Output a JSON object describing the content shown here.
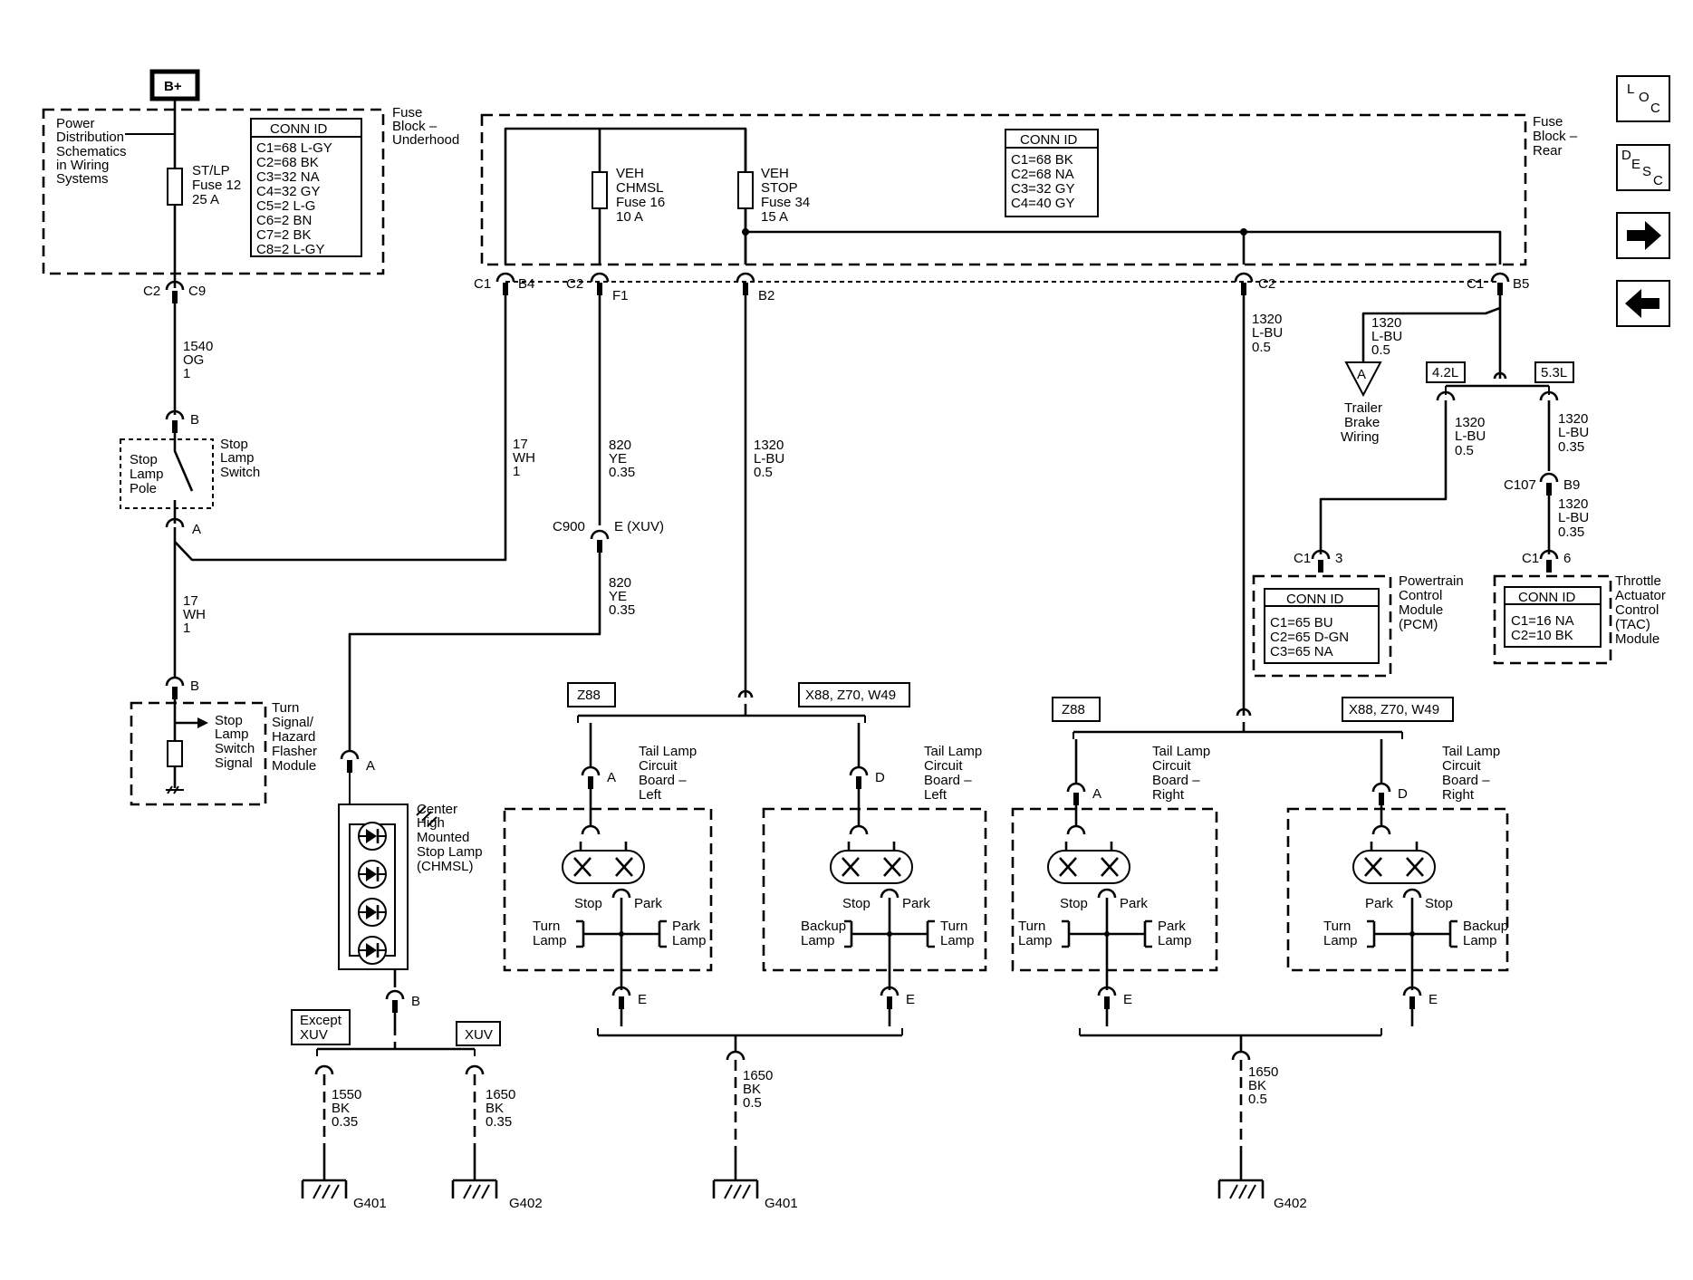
{
  "nav": {
    "loc": {
      "a": "L",
      "b": "O",
      "c": "C"
    },
    "desc": {
      "a": "D",
      "b": "E",
      "c": "S",
      "d": "C"
    }
  },
  "power": {
    "bplus": "B+",
    "pds": [
      "Power",
      "Distribution",
      "Schematics",
      "in Wiring",
      "Systems"
    ],
    "fuse": [
      "ST/LP",
      "Fuse 12",
      "25 A"
    ],
    "conn_title": "CONN ID",
    "conn": [
      "C1=68 L-GY",
      "C2=68 BK",
      "C3=32 NA",
      "C4=32 GY",
      "C5=2 L-G",
      "C6=2 BN",
      "C7=2 BK",
      "C8=2 L-GY"
    ],
    "fb_label": [
      "Fuse",
      "Block –",
      "Underhood"
    ],
    "c2": "C2",
    "c9": "C9",
    "wire": [
      "1540",
      "OG",
      "1"
    ]
  },
  "switch": {
    "b": "B",
    "a": "A",
    "pole": [
      "Stop",
      "Lamp",
      "Pole"
    ],
    "label": [
      "Stop",
      "Lamp",
      "Switch"
    ],
    "wire": [
      "17",
      "WH",
      "1"
    ],
    "wire2": [
      "17",
      "WH",
      "1"
    ]
  },
  "flasher": {
    "b": "B",
    "signal": [
      "Stop",
      "Lamp",
      "Switch",
      "Signal"
    ],
    "module": [
      "Turn",
      "Signal/",
      "Hazard",
      "Flasher",
      "Module"
    ]
  },
  "rear_fuse": {
    "label": [
      "Fuse",
      "Block –",
      "Rear"
    ],
    "conn_title": "CONN ID",
    "conn": [
      "C1=68 BK",
      "C2=68 NA",
      "C3=32 GY",
      "C4=40 GY"
    ],
    "chmsl_fuse": [
      "VEH",
      "CHMSL",
      "Fuse 16",
      "10 A"
    ],
    "stop_fuse": [
      "VEH",
      "STOP",
      "Fuse 34",
      "15 A"
    ],
    "c1": "C1",
    "b4": "B4",
    "c2": "C2",
    "f1": "F1",
    "b2": "B2",
    "c2b": "C2",
    "c1b": "C1",
    "b5": "B5"
  },
  "wires": {
    "w820a": [
      "820",
      "YE",
      "0.35"
    ],
    "w820b": [
      "820",
      "YE",
      "0.35"
    ],
    "w1320a": [
      "1320",
      "L-BU",
      "0.5"
    ],
    "w1320b": [
      "1320",
      "L-BU",
      "0.5"
    ],
    "w1320c": [
      "1320",
      "L-BU",
      "0.5"
    ],
    "w1320d": [
      "1320",
      "L-BU",
      "0.5"
    ],
    "w1320e": [
      "1320",
      "L-BU",
      "0.35"
    ],
    "w1320f": [
      "1320",
      "L-BU",
      "0.35"
    ],
    "c900": "C900",
    "e_xuv": "E (XUV)"
  },
  "chmsl": {
    "a": "A",
    "b": "B",
    "label": [
      "Center",
      "High",
      "Mounted",
      "Stop Lamp",
      "(CHMSL)"
    ],
    "except": [
      "Except",
      "XUV"
    ],
    "xuv": "XUV",
    "g1_wire": [
      "1550",
      "BK",
      "0.35"
    ],
    "g2_wire": [
      "1650",
      "BK",
      "0.35"
    ],
    "g1": "G401",
    "g2": "G402"
  },
  "trailer": {
    "a": "A",
    "label": [
      "Trailer",
      "Brake",
      "Wiring"
    ]
  },
  "engine": {
    "l42": "4.2L",
    "l53": "5.3L",
    "c107": "C107",
    "b9": "B9"
  },
  "pcm": {
    "c1": "C1",
    "pin": "3",
    "conn_title": "CONN ID",
    "conn": [
      "C1=65 BU",
      "C2=65 D-GN",
      "C3=65 NA"
    ],
    "label": [
      "Powertrain",
      "Control",
      "Module",
      "(PCM)"
    ]
  },
  "tac": {
    "c1": "C1",
    "pin": "6",
    "conn_title": "CONN ID",
    "conn": [
      "C1=16 NA",
      "C2=10 BK"
    ],
    "label": [
      "Throttle",
      "Actuator",
      "Control",
      "(TAC)",
      "Module"
    ]
  },
  "options": {
    "z88a": "Z88",
    "xa": "X88, Z70, W49",
    "z88b": "Z88",
    "xb": "X88, Z70, W49"
  },
  "boards": {
    "b1": {
      "title": [
        "Tail Lamp",
        "Circuit",
        "Board –",
        "Left"
      ],
      "pin": "A",
      "ground": "E",
      "top_l": "Stop",
      "top_r": "Park",
      "side_l": [
        "Turn",
        "Lamp"
      ],
      "side_r": [
        "Park",
        "Lamp"
      ]
    },
    "b2": {
      "title": [
        "Tail Lamp",
        "Circuit",
        "Board –",
        "Left"
      ],
      "pin": "D",
      "ground": "E",
      "top_l": "Stop",
      "top_r": "Park",
      "side_l": [
        "Backup",
        "Lamp"
      ],
      "side_r": [
        "Turn",
        "Lamp"
      ]
    },
    "b3": {
      "title": [
        "Tail Lamp",
        "Circuit",
        "Board –",
        "Right"
      ],
      "pin": "A",
      "ground": "E",
      "top_l": "Stop",
      "top_r": "Park",
      "side_l": [
        "Turn",
        "Lamp"
      ],
      "side_r": [
        "Park",
        "Lamp"
      ]
    },
    "b4": {
      "title": [
        "Tail Lamp",
        "Circuit",
        "Board –",
        "Right"
      ],
      "pin": "D",
      "ground": "E",
      "top_l": "Park",
      "top_r": "Stop",
      "side_l": [
        "Turn",
        "Lamp"
      ],
      "side_r": [
        "Backup",
        "Lamp"
      ]
    }
  },
  "grounds": {
    "left_wire": [
      "1650",
      "BK",
      "0.5"
    ],
    "left_g": "G401",
    "right_wire": [
      "1650",
      "BK",
      "0.5"
    ],
    "right_g": "G402"
  }
}
